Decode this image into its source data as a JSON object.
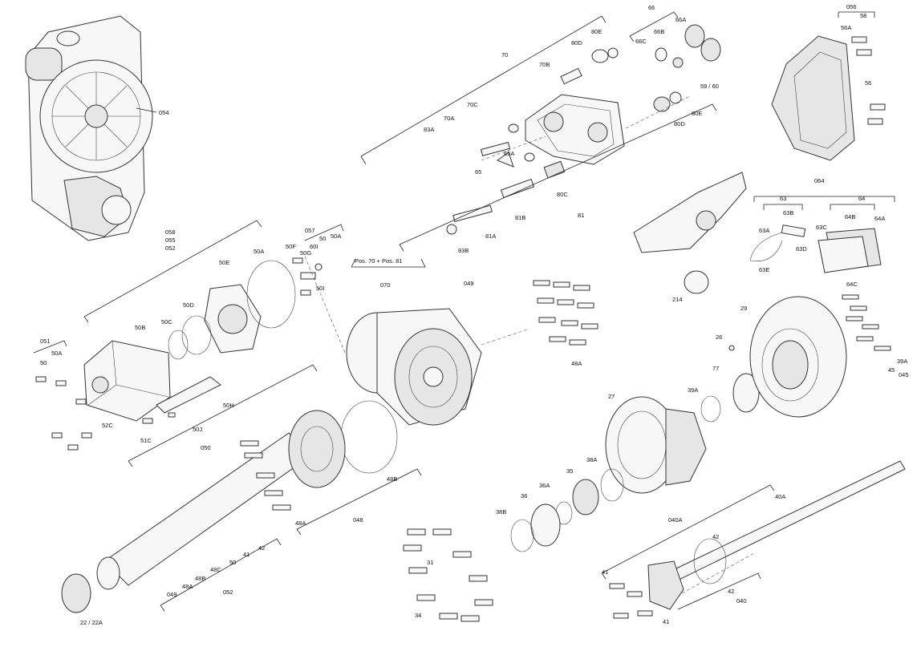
{
  "diagram": {
    "labels": {
      "l054": "054",
      "l056": "056",
      "l58": "58",
      "l56A": "56A",
      "l56": "56",
      "l66": "66",
      "l66A": "66A",
      "l66B": "66B",
      "l66C": "66C",
      "l80E_top": "80E",
      "l80D_top": "80D",
      "l70": "70",
      "l70B": "70B",
      "l70C": "70C",
      "l70A": "70A",
      "l83A": "83A",
      "l65A": "65A",
      "l65": "65",
      "l80C": "80C",
      "l81B": "81B",
      "l81A": "81A",
      "l81": "81",
      "l83B": "83B",
      "l5960": "59 / 60",
      "l80E_mid": "80E",
      "l80D_mid": "80D",
      "l064": "064",
      "l63": "63",
      "l64": "64",
      "l63B": "63B",
      "l63A": "63A",
      "l63C": "63C",
      "l64B": "64B",
      "l64A": "64A",
      "l63D": "63D",
      "l63E": "63E",
      "l64C": "64C",
      "l214": "214",
      "l058": "058",
      "l055": "055",
      "l052_top": "052",
      "l057": "057",
      "l50_top": "50",
      "l50A_top": "50A",
      "l50F": "50F",
      "l60I": "60I",
      "l50G": "50G",
      "l50I": "50I",
      "l50A_mid": "50A",
      "l50E": "50E",
      "l50D": "50D",
      "l50C": "50C",
      "l50B": "50B",
      "l051": "051",
      "l50A_left": "50A",
      "l50_left": "50",
      "l52C": "52C",
      "l51C": "51C",
      "l50J": "50J",
      "l50H": "50H",
      "l050": "050",
      "lpos": "Pos. 70 + Pos. 81",
      "l070": "070",
      "l049_top": "049",
      "l48A_right": "48A",
      "l29": "29",
      "l26": "26",
      "l39A_right": "39A",
      "l45": "45",
      "l045": "045",
      "l77": "77",
      "l39A_mid": "39A",
      "l27": "27",
      "l48B": "48B",
      "l048": "048",
      "l48A_bottom": "48A",
      "l42_left": "42",
      "l41_left": "41",
      "l50_bottom": "50",
      "l48C": "48C",
      "l48B_bottom": "48B",
      "l48A_b2": "48A",
      "l049_bottom": "049",
      "l052_bottom": "052",
      "l22": "22 / 22A",
      "l31": "31",
      "l34": "34",
      "l38A": "38A",
      "l35": "35",
      "l36A": "36A",
      "l36": "36",
      "l38B": "38B",
      "l40A": "40A",
      "l040A": "040A",
      "l42_right": "42",
      "l41_r1": "41",
      "l41_r2": "41",
      "l42_r2": "42",
      "l040": "040"
    }
  }
}
